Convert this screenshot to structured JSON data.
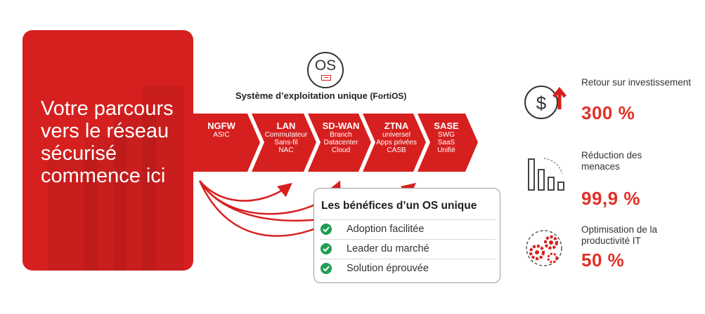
{
  "hero": {
    "title": "Votre parcours vers le réseau sécurisé commence ici"
  },
  "os": {
    "badge": "OS",
    "title": "Système d’exploitation unique",
    "title_paren": "(FortiOS)"
  },
  "segments": [
    {
      "heading": "NGFW",
      "lines": [
        "ASIC"
      ]
    },
    {
      "heading": "LAN",
      "lines": [
        "Commutateur",
        "Sans-fil",
        "NAC"
      ]
    },
    {
      "heading": "SD-WAN",
      "lines": [
        "Branch",
        "Datacenter",
        "Cloud"
      ]
    },
    {
      "heading": "ZTNA",
      "lines": [
        "universel",
        "Apps privées",
        "CASB"
      ]
    },
    {
      "heading": "SASE",
      "lines": [
        "SWG",
        "SaaS",
        "Unifié"
      ]
    }
  ],
  "benefits": {
    "title": "Les bénéfices d’un OS unique",
    "items": [
      "Adoption facilitée",
      "Leader du marché",
      "Solution éprouvée"
    ]
  },
  "stats": [
    {
      "label": "Retour sur investissement",
      "value": "300 %",
      "icon": "dollar-growth-icon"
    },
    {
      "label": "Réduction des menaces",
      "value": "99,9 %",
      "icon": "bar-decline-icon"
    },
    {
      "label": "Optimisation de la productivité IT",
      "value": "50 %",
      "icon": "gears-icon"
    }
  ],
  "colors": {
    "brand_red": "#d6201f",
    "accent_red": "#e03127",
    "check_green": "#1f9d55"
  }
}
